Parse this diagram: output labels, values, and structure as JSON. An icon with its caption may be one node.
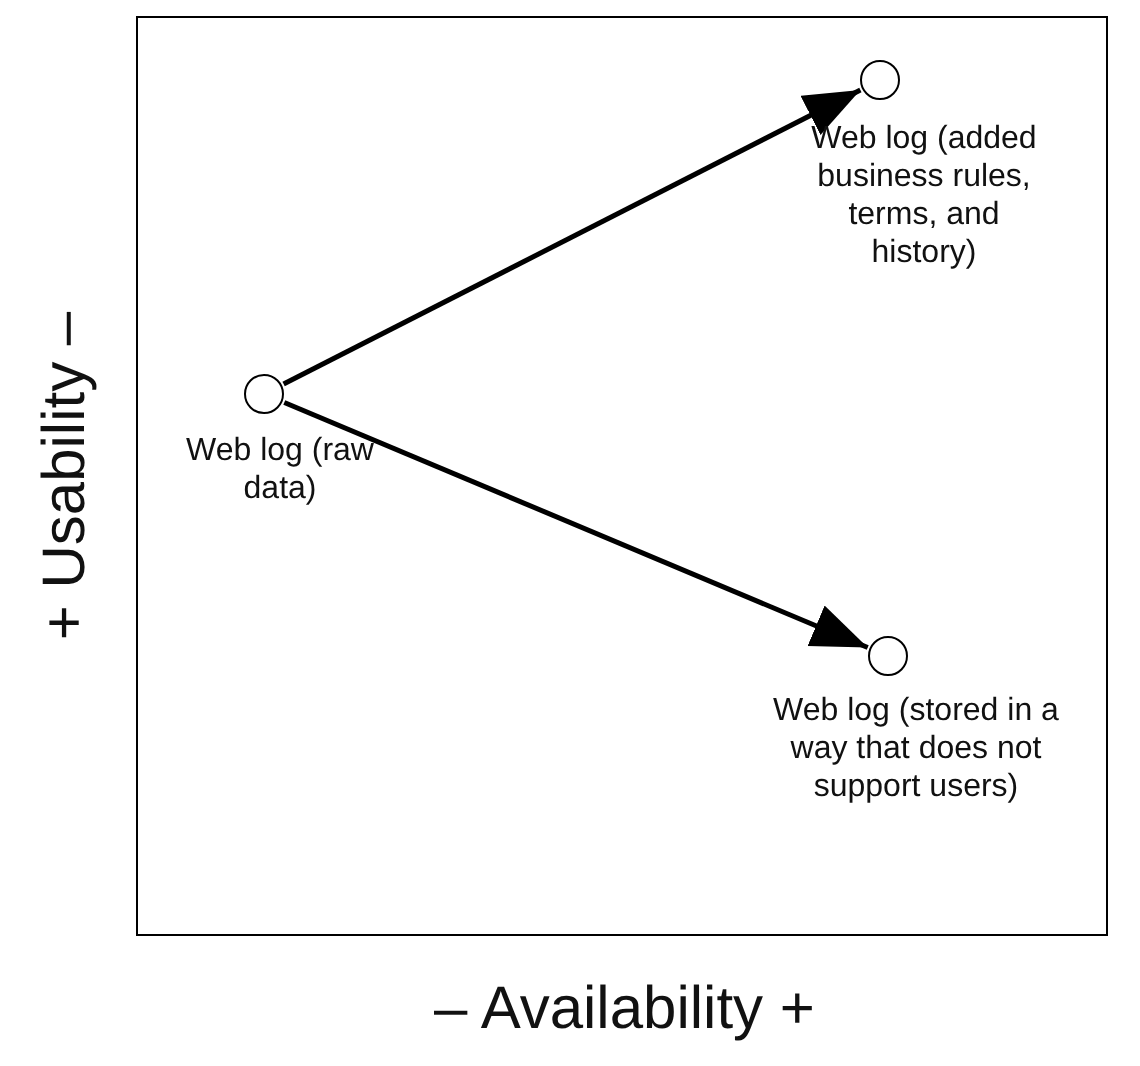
{
  "diagram": {
    "nodes": [
      {
        "text": [],
        "shape": "circle",
        "beside": [
          "Web log (raw data)"
        ]
      },
      {
        "text": [],
        "shape": "circle",
        "beside": [
          "Web log (added business rules, terms, and history)"
        ]
      },
      {
        "text": [],
        "shape": "circle",
        "beside": [
          "Web log (stored in a way that does not support users)"
        ]
      }
    ],
    "edges": [
      {
        "from": 0,
        "to": 1,
        "arrow": "to"
      },
      {
        "from": 0,
        "to": 2,
        "arrow": "to"
      }
    ],
    "labels": [
      "+ Usability –",
      "– Availability +"
    ]
  }
}
